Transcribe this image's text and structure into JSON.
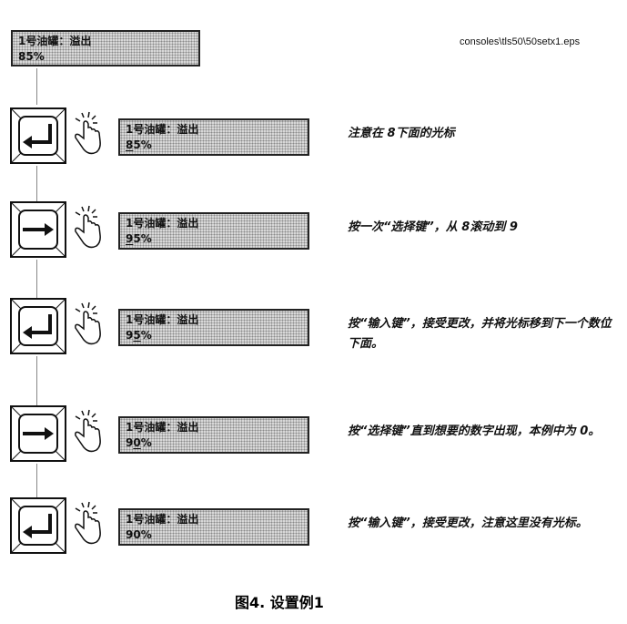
{
  "file_path": "consoles\\tls50\\50setx1.eps",
  "initial_display": {
    "line1": "1号油罐：溢出",
    "value": "85%"
  },
  "steps": [
    {
      "key": "enter",
      "display_line1": "1号油罐：溢出",
      "pre": "",
      "cursor": "8",
      "post": "5%",
      "description": "注意在 8下面的光标"
    },
    {
      "key": "select",
      "display_line1": "1号油罐：溢出",
      "pre": "",
      "cursor": "9",
      "post": "5%",
      "description": "按一次“选择键”，从 8滚动到 9"
    },
    {
      "key": "enter",
      "display_line1": "1号油罐：溢出",
      "pre": "9",
      "cursor": "5",
      "post": "%",
      "description": "按“输入键”，接受更改，并将光标移到下一个数位下面。"
    },
    {
      "key": "select",
      "display_line1": "1号油罐：溢出",
      "pre": "9",
      "cursor": "0",
      "post": "%",
      "description": "按“选择键”直到想要的数字出现，本例中为 0。"
    },
    {
      "key": "enter",
      "display_line1": "1号油罐：溢出",
      "pre": "90%",
      "cursor": "",
      "post": "",
      "description": "按“输入键”，接受更改，注意这里没有光标。"
    }
  ],
  "caption": "图4. 设置例1"
}
